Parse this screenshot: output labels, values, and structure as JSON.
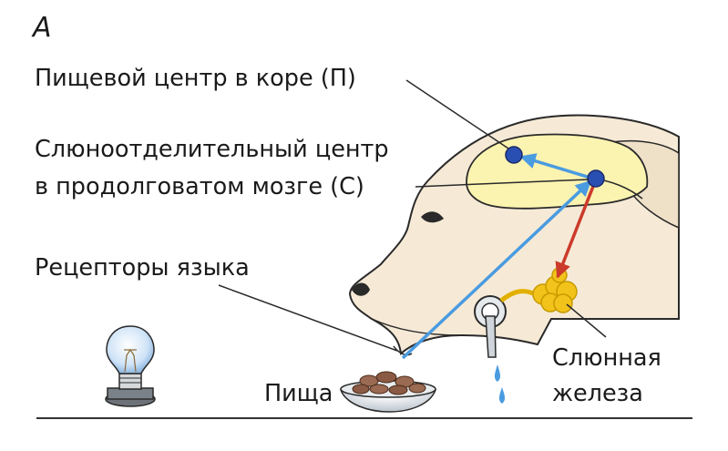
{
  "panel_letter": "А",
  "labels": {
    "food_center": "Пищевой центр в коре (П)",
    "salivary_center_line1": "Слюноотделительный центр",
    "salivary_center_line2": "в продолговатом мозге (С)",
    "tongue_receptors": "Рецепторы языка",
    "food": "Пища",
    "gland_line1": "Слюнная",
    "gland_line2": "железа"
  },
  "colors": {
    "head_fill": "#f6ead7",
    "brain_fill": "#fbf3b0",
    "afferent_arrow": "#4a9be0",
    "efferent_arrow": "#cc3a2a",
    "gland": "#f2c31a",
    "neuron_node": "#2a4fb3"
  },
  "icons": [
    "light-bulb-icon",
    "food-bowl-icon",
    "saliva-drop-icon"
  ]
}
